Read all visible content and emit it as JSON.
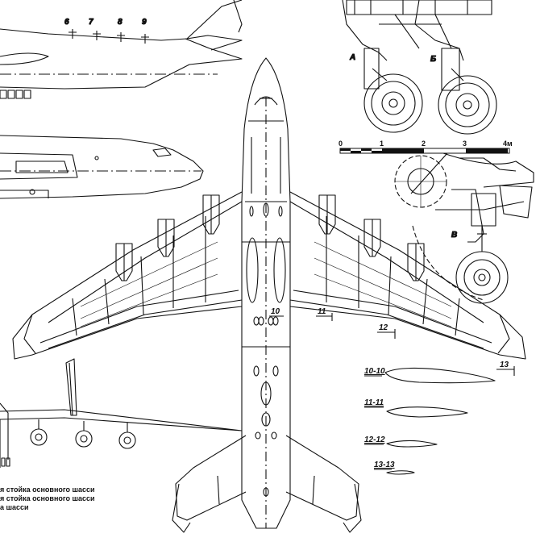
{
  "fuselage_stations": [
    "6",
    "7",
    "8",
    "9"
  ],
  "gear_labels": [
    "А",
    "Б",
    "В"
  ],
  "scale_bar": {
    "ticks": [
      "0",
      "1",
      "2",
      "3",
      "4м"
    ]
  },
  "section_markers": [
    "10",
    "11",
    "12",
    "13"
  ],
  "sections": [
    {
      "label": "10-10"
    },
    {
      "label": "11-11"
    },
    {
      "label": "12-12"
    },
    {
      "label": "13-13"
    }
  ],
  "legend": [
    "я стойка основного шасси",
    "я стойка основного шасси",
    "а шасси"
  ]
}
